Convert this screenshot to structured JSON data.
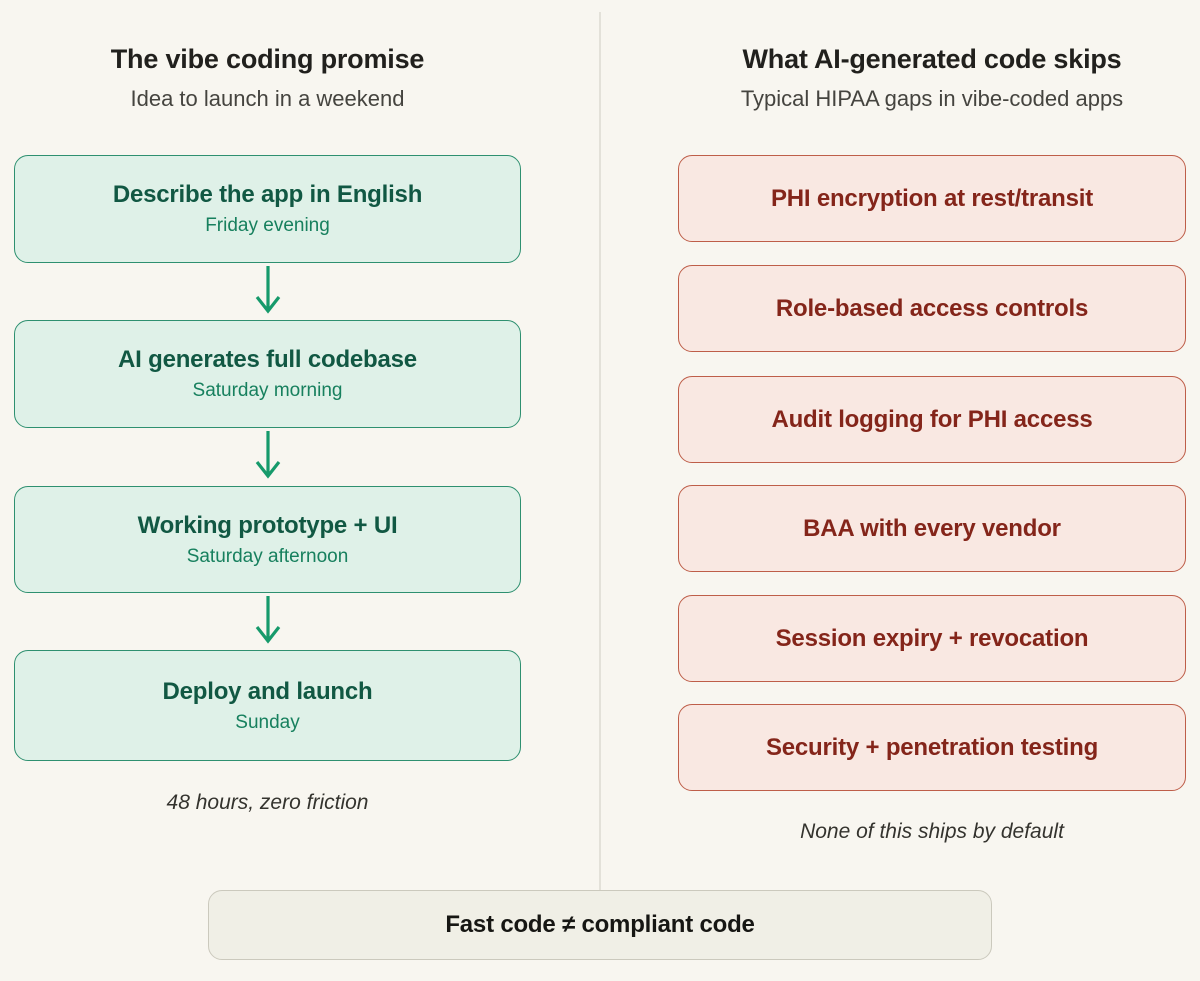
{
  "left": {
    "title": "The vibe coding promise",
    "subtitle": "Idea to launch in a weekend",
    "steps": [
      {
        "title": "Describe the app in English",
        "time": "Friday evening"
      },
      {
        "title": "AI generates full codebase",
        "time": "Saturday morning"
      },
      {
        "title": "Working prototype + UI",
        "time": "Saturday afternoon"
      },
      {
        "title": "Deploy and launch",
        "time": "Sunday"
      }
    ],
    "caption": "48 hours, zero friction"
  },
  "right": {
    "title": "What AI-generated code skips",
    "subtitle": "Typical HIPAA gaps in vibe-coded apps",
    "items": [
      "PHI encryption at rest/transit",
      "Role-based access controls",
      "Audit logging for PHI access",
      "BAA with every vendor",
      "Session expiry + revocation",
      "Security + penetration testing"
    ],
    "caption": "None of this ships by default"
  },
  "footer": {
    "label": "Fast code ≠ compliant code"
  },
  "icons": {
    "down_arrow": "down-arrow-icon"
  },
  "colors": {
    "background": "#f8f6f0",
    "green_box_fill": "#dff1e8",
    "green_box_border": "#2e9070",
    "green_title_text": "#115843",
    "green_time_text": "#17805e",
    "arrow_green": "#169a6b",
    "red_box_fill": "#f9e8e2",
    "red_box_border": "#be5e49",
    "red_text": "#84251a",
    "heading_text": "#21201d",
    "subtitle_text": "#45443f",
    "caption_text": "#34332e",
    "divider": "#e3e1d9",
    "banner_fill": "#f0efe6",
    "banner_border": "#cbc9bd",
    "banner_text": "#161613"
  }
}
